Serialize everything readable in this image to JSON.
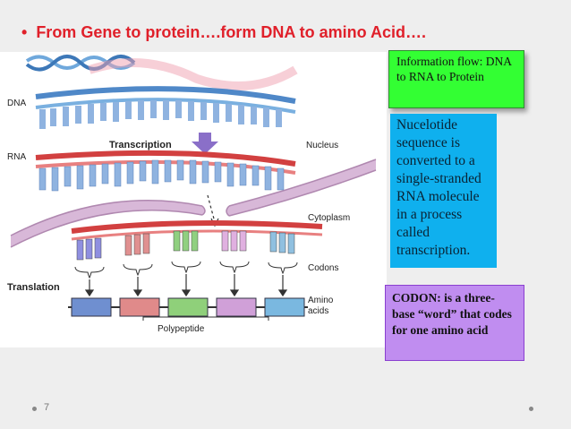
{
  "slide": {
    "title": "From Gene to protein….form DNA to amino Acid….",
    "bullet": "•",
    "page_number": "7"
  },
  "figure": {
    "labels": {
      "dna": "DNA",
      "rna": "RNA",
      "transcription": "Transcription",
      "nucleus": "Nucleus",
      "cytoplasm": "Cytoplasm",
      "codons": "Codons",
      "translation": "Translation",
      "amino_acids_1": "Amino",
      "amino_acids_2": "acids",
      "polypeptide": "Polypeptide"
    }
  },
  "boxes": {
    "information_flow": "Information flow: DNA to RNA to Protein",
    "transcription_note": "Nucelotide sequence is converted to a single-stranded RNA molecule in a process called transcription.",
    "codon_note": "CODON: is a three-base “word” that codes for one amino acid"
  },
  "colors": {
    "title": "#e0202a",
    "green_box": "#33ff33",
    "blue_box": "#0fb0ee",
    "purple_box": "#c08df0",
    "membrane": "#c8a2c8",
    "dna_strand": "#6fa8dc",
    "rna_strand": "#e06060"
  }
}
